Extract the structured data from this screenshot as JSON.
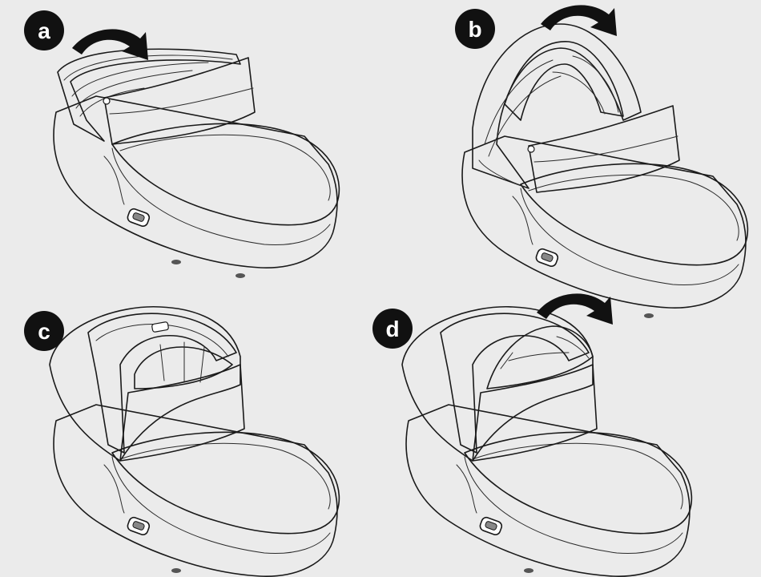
{
  "colors": {
    "background": "#ebebeb",
    "shell": "#ffffff",
    "apron": "#dcdcdc",
    "canopy_light": "#d6d6d6",
    "canopy_dark": "#8f8f8f",
    "outline": "#1a1a1a",
    "badge": "#111111"
  },
  "panels": [
    {
      "step": "a",
      "icon": "curved-arrow-icon"
    },
    {
      "step": "b",
      "icon": "curved-arrow-icon"
    },
    {
      "step": "c"
    },
    {
      "step": "d",
      "icon": "curved-arrow-icon"
    }
  ]
}
